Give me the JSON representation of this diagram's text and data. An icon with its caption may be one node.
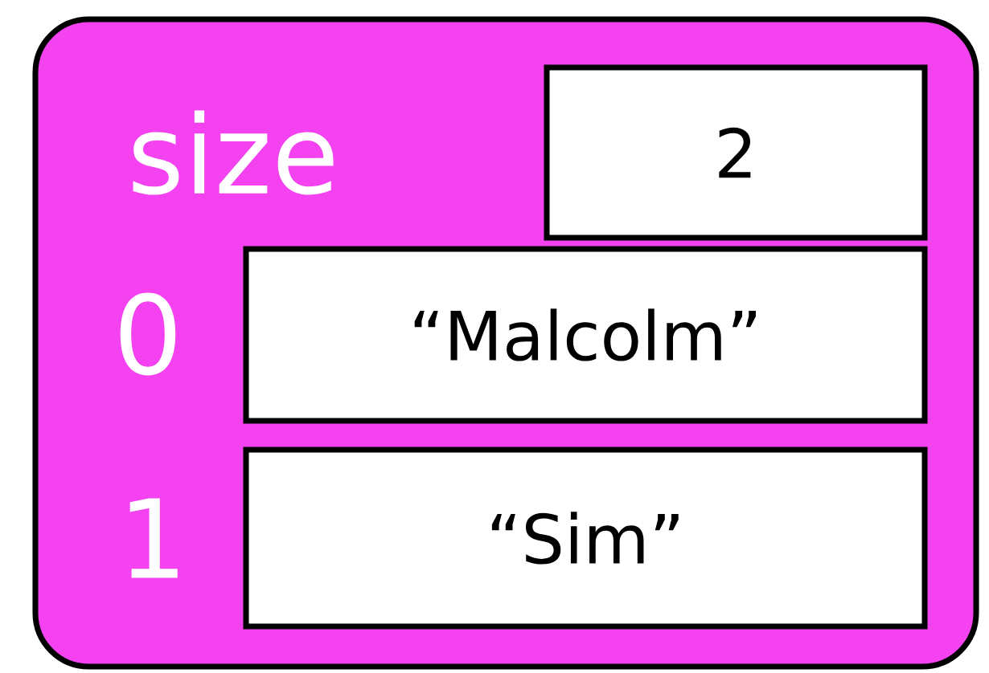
{
  "diagram": {
    "nodes": [
      {
        "text": [],
        "shape": "box"
      },
      {
        "text": [
          "2"
        ],
        "in": 0
      },
      {
        "text": [
          "“Malcolm”"
        ],
        "in": 0
      },
      {
        "text": [
          "“Sim”"
        ],
        "in": 0
      }
    ],
    "edges": [],
    "labels": [
      "size",
      "0",
      "1"
    ]
  }
}
